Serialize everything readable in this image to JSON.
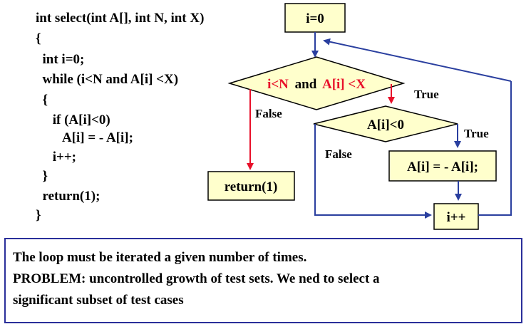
{
  "code_lines": [
    "int select(int A[], int N, int X)",
    "{",
    "  int i=0;",
    "  while (i<N and A[i] <X)",
    "  {",
    "     if (A[i]<0)",
    "        A[i] = - A[i];",
    "     i++;",
    "  }",
    "  return(1);",
    "}"
  ],
  "flowchart": {
    "init_node": "i=0",
    "loop_condition_part1": "i<N",
    "loop_condition_and": "and",
    "loop_condition_part2": "A[i] <X",
    "loop_false_label": "False",
    "loop_true_label": "True",
    "if_condition": "A[i]<0",
    "if_true_label": "True",
    "if_false_label": "False",
    "assign_node": "A[i] = - A[i];",
    "increment_node": "i++",
    "return_node": "return(1)"
  },
  "note": {
    "lines": [
      "The loop must be iterated a given number of times.",
      "PROBLEM: uncontrolled growth of test sets. We ned to select a",
      "significant subset of test cases"
    ]
  },
  "colors": {
    "box_fill": "#ffffcc",
    "box_border": "#000000",
    "flow_arrow": "#2a3f9f",
    "false_arrow": "#e8102a",
    "condition_text_red": "#e8102a",
    "note_border": "#2a2f9a"
  }
}
